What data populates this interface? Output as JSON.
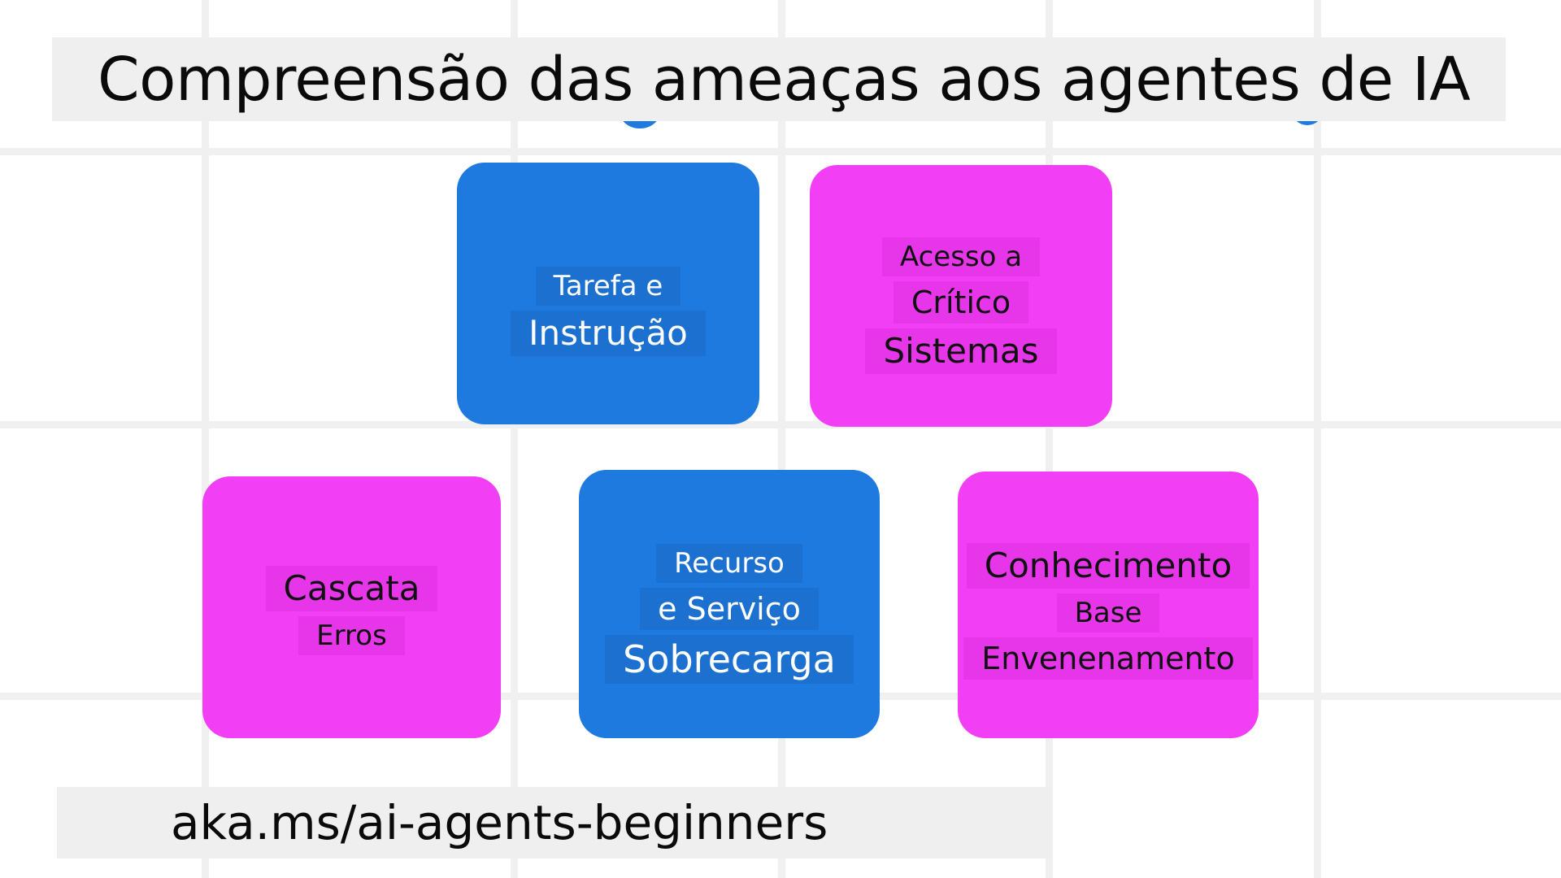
{
  "slide": {
    "title": "Compreensão das ameaças aos agentes de IA",
    "url": "aka.ms/ai-agents-beginners",
    "background_color": "#ffffff",
    "grid_color": "#f0f0f0",
    "banner_color": "#efefef",
    "accent_blue": "#1f7ae0",
    "accent_magenta": "#f23ef5"
  },
  "cards": [
    {
      "id": "task-instruction",
      "color": "blue",
      "color_hex": "#1f7ae0",
      "lines": [
        {
          "text": "Tarefa e",
          "size": "sz-2"
        },
        {
          "text": "Instrução",
          "size": "sz-4"
        }
      ]
    },
    {
      "id": "critical-systems-access",
      "color": "pink",
      "color_hex": "#f23ef5",
      "lines": [
        {
          "text": "Acesso a",
          "size": "sz-2"
        },
        {
          "text": "Crítico",
          "size": "sz-3"
        },
        {
          "text": "Sistemas",
          "size": "sz-4"
        }
      ]
    },
    {
      "id": "cascading-errors",
      "color": "pink",
      "color_hex": "#f23ef5",
      "lines": [
        {
          "text": "Cascata",
          "size": "sz-4"
        },
        {
          "text": "Erros",
          "size": "sz-2"
        }
      ]
    },
    {
      "id": "resource-service-overload",
      "color": "blue",
      "color_hex": "#1f7ae0",
      "lines": [
        {
          "text": "Recurso",
          "size": "sz-2"
        },
        {
          "text": "e Serviço",
          "size": "sz-3"
        },
        {
          "text": "Sobrecarga",
          "size": "sz-5"
        }
      ]
    },
    {
      "id": "knowledge-base-poisoning",
      "color": "pink",
      "color_hex": "#f23ef5",
      "lines": [
        {
          "text": "Conhecimento",
          "size": "sz-4"
        },
        {
          "text": "Base",
          "size": "sz-2"
        },
        {
          "text": "Envenenamento",
          "size": "sz-3"
        }
      ]
    }
  ]
}
